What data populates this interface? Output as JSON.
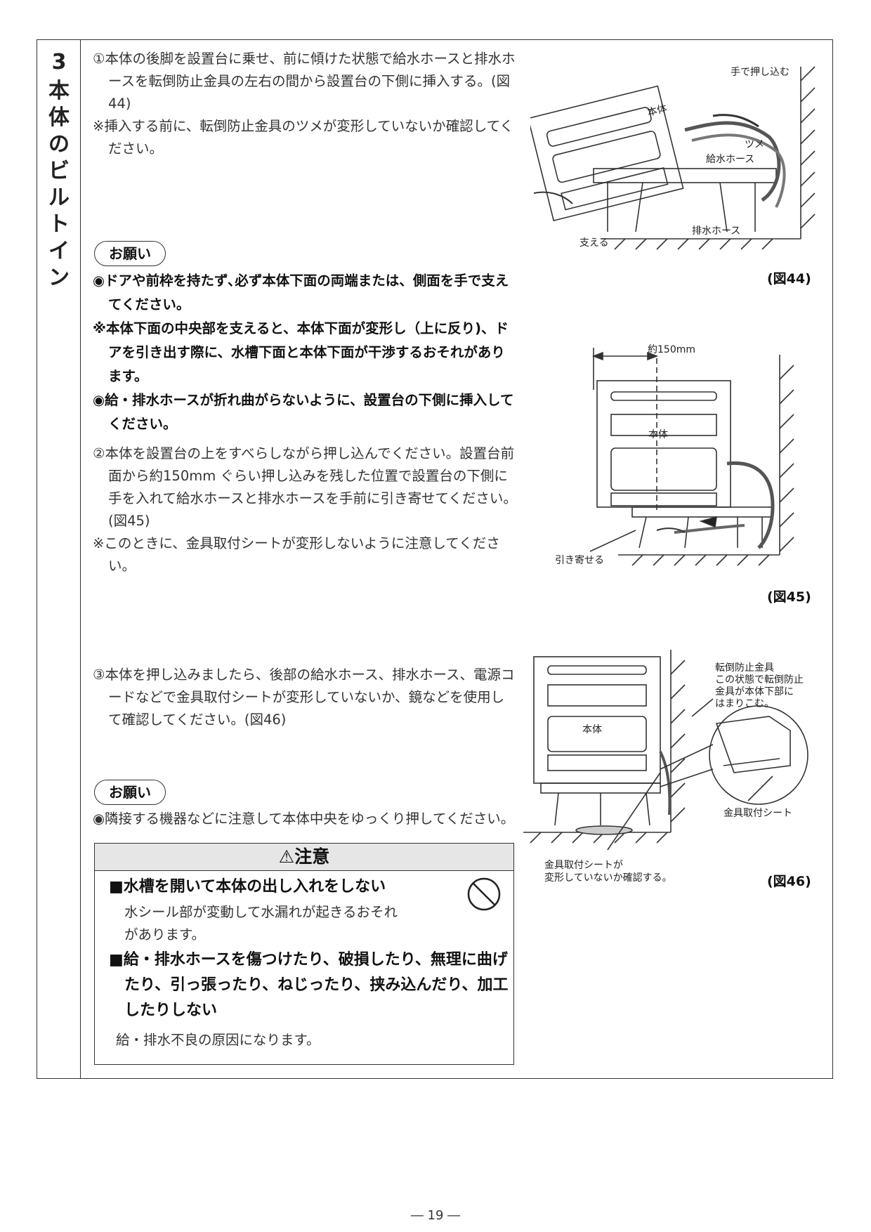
{
  "section": {
    "number": "3",
    "title": [
      "本",
      "体",
      "の",
      "ビ",
      "ル",
      "ト",
      "イ",
      "ン"
    ]
  },
  "step1": {
    "text": "①本体の後脚を設置台に乗せ、前に傾けた状態で給水ホースと排水ホースを転倒防止金具の左右の間から設置台の下側に挿入する。(図44)",
    "note": "※挿入する前に、転倒防止金具のツメが変形していないか確認してください。"
  },
  "request1": {
    "label": "お願い",
    "items": [
      "◉ドアや前枠を持たず､必ず本体下面の両端または、側面を手で支えてください。",
      "※本体下面の中央部を支えると、本体下面が変形し（上に反り)、ドアを引き出す際に、水槽下面と本体下面が干渉するおそれがあります。",
      "◉給・排水ホースが折れ曲がらないように、設置台の下側に挿入してください。"
    ]
  },
  "step2": {
    "text": "②本体を設置台の上をすべらしながら押し込んでください。設置台前面から約150mm ぐらい押し込みを残した位置で設置台の下側に手を入れて給水ホースと排水ホースを手前に引き寄せてください。(図45)",
    "note": "※このときに、金具取付シートが変形しないように注意してください。"
  },
  "step3": {
    "text": "③本体を押し込みましたら、後部の給水ホース、排水ホース、電源コードなどで金具取付シートが変形していないか、鏡などを使用して確認してください。(図46)"
  },
  "request2": {
    "label": "お願い",
    "items": [
      "◉隣接する機器などに注意して本体中央をゆっくり押してください。"
    ]
  },
  "caution": {
    "title": "⚠注意",
    "items": [
      {
        "heading": "■水槽を開いて本体の出し入れをしない",
        "desc": "水シール部が変動して水漏れが起きるおそれがあります。"
      },
      {
        "heading": "■給・排水ホースを傷つけたり、破損したり、無理に曲げたり、引っ張ったり、ねじったり、挟み込んだり、加工したりしない",
        "desc": "給・排水不良の原因になります。"
      }
    ]
  },
  "fig44": {
    "caption": "(図44)",
    "labels": {
      "push": "手で押し込む",
      "body": "本体",
      "tsume": "ツメ",
      "supply": "給水ホース",
      "drain": "排水ホース",
      "support": "支える"
    }
  },
  "fig45": {
    "caption": "(図45)",
    "labels": {
      "dimension": "約150mm",
      "body": "本体",
      "pull": "引き寄せる"
    }
  },
  "fig46": {
    "caption": "(図46)",
    "labels": {
      "body": "本体",
      "anti_tip_1": "転倒防止金具",
      "anti_tip_2": "この状態で転倒防止",
      "anti_tip_3": "金具が本体下部に",
      "anti_tip_4": "はまりこむ。",
      "sheet": "金具取付シート",
      "check_1": "金具取付シートが",
      "check_2": "変形していないか確認する。"
    }
  },
  "page": {
    "number": "― 19 ―"
  }
}
